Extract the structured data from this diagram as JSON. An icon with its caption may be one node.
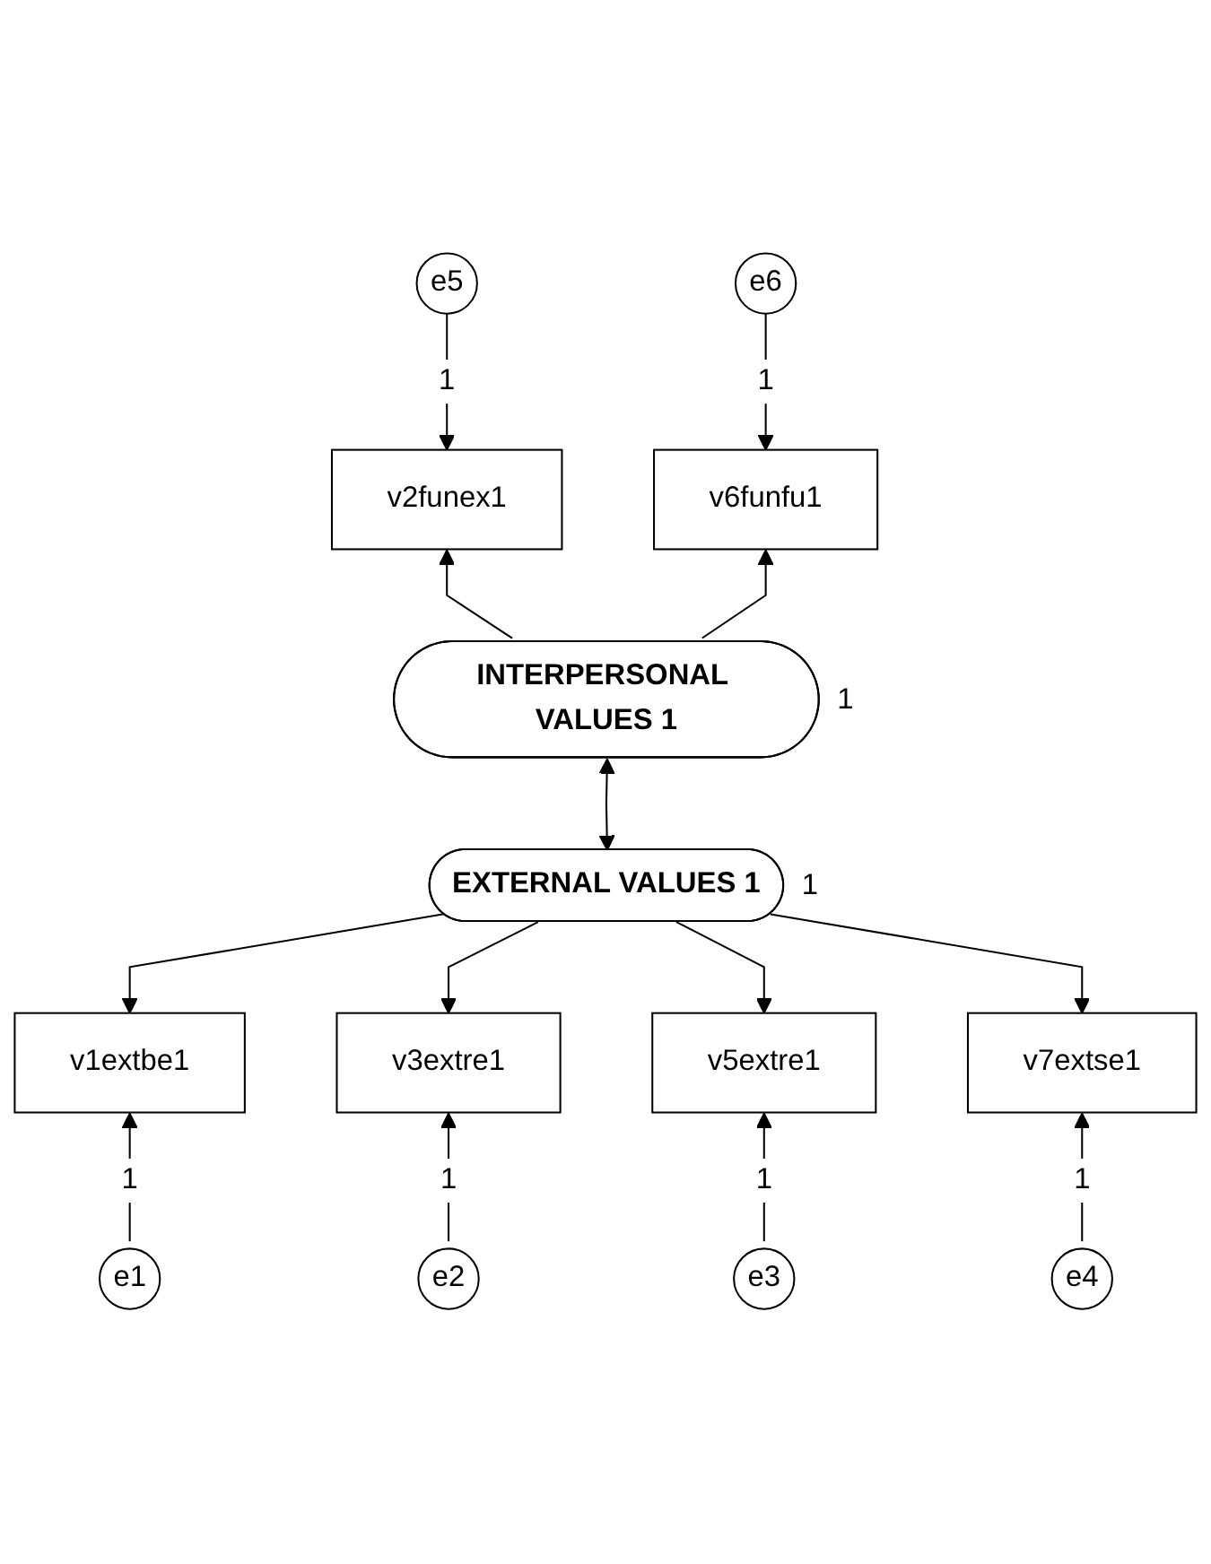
{
  "diagram": {
    "nodes": [
      {
        "text": [
          "e5"
        ]
      },
      {
        "text": [
          "e6"
        ]
      },
      {
        "text": [
          "v2funex1"
        ]
      },
      {
        "text": [
          "v6funfu1"
        ]
      },
      {
        "text": [
          "INTERPERSONAL VALUES 1"
        ],
        "beside": [
          "1"
        ]
      },
      {
        "text": [
          "EXTERNAL VALUES 1"
        ],
        "beside": [
          "1"
        ]
      },
      {
        "text": [
          "v1extbe1"
        ]
      },
      {
        "text": [
          "v3extre1"
        ]
      },
      {
        "text": [
          "v5extre1"
        ]
      },
      {
        "text": [
          "v7extse1"
        ]
      },
      {
        "text": [
          "e1"
        ]
      },
      {
        "text": [
          "e2"
        ]
      },
      {
        "text": [
          "e3"
        ]
      },
      {
        "text": [
          "e4"
        ]
      }
    ],
    "edges": [
      {
        "from": 0,
        "to": 2,
        "arrow": "to",
        "label": "1"
      },
      {
        "from": 1,
        "to": 3,
        "arrow": "to",
        "label": "1"
      },
      {
        "from": 4,
        "to": 2,
        "arrow": "to"
      },
      {
        "from": 4,
        "to": 3,
        "arrow": "to"
      },
      {
        "from": 4,
        "to": 5,
        "arrow": "both"
      },
      {
        "from": 5,
        "to": 6,
        "arrow": "to"
      },
      {
        "from": 5,
        "to": 7,
        "arrow": "to"
      },
      {
        "from": 5,
        "to": 8,
        "arrow": "to"
      },
      {
        "from": 5,
        "to": 9,
        "arrow": "to"
      },
      {
        "from": 10,
        "to": 6,
        "arrow": "to",
        "label": "1"
      },
      {
        "from": 11,
        "to": 7,
        "arrow": "to",
        "label": "1"
      },
      {
        "from": 12,
        "to": 8,
        "arrow": "to",
        "label": "1"
      },
      {
        "from": 13,
        "to": 9,
        "arrow": "to",
        "label": "1"
      }
    ]
  }
}
